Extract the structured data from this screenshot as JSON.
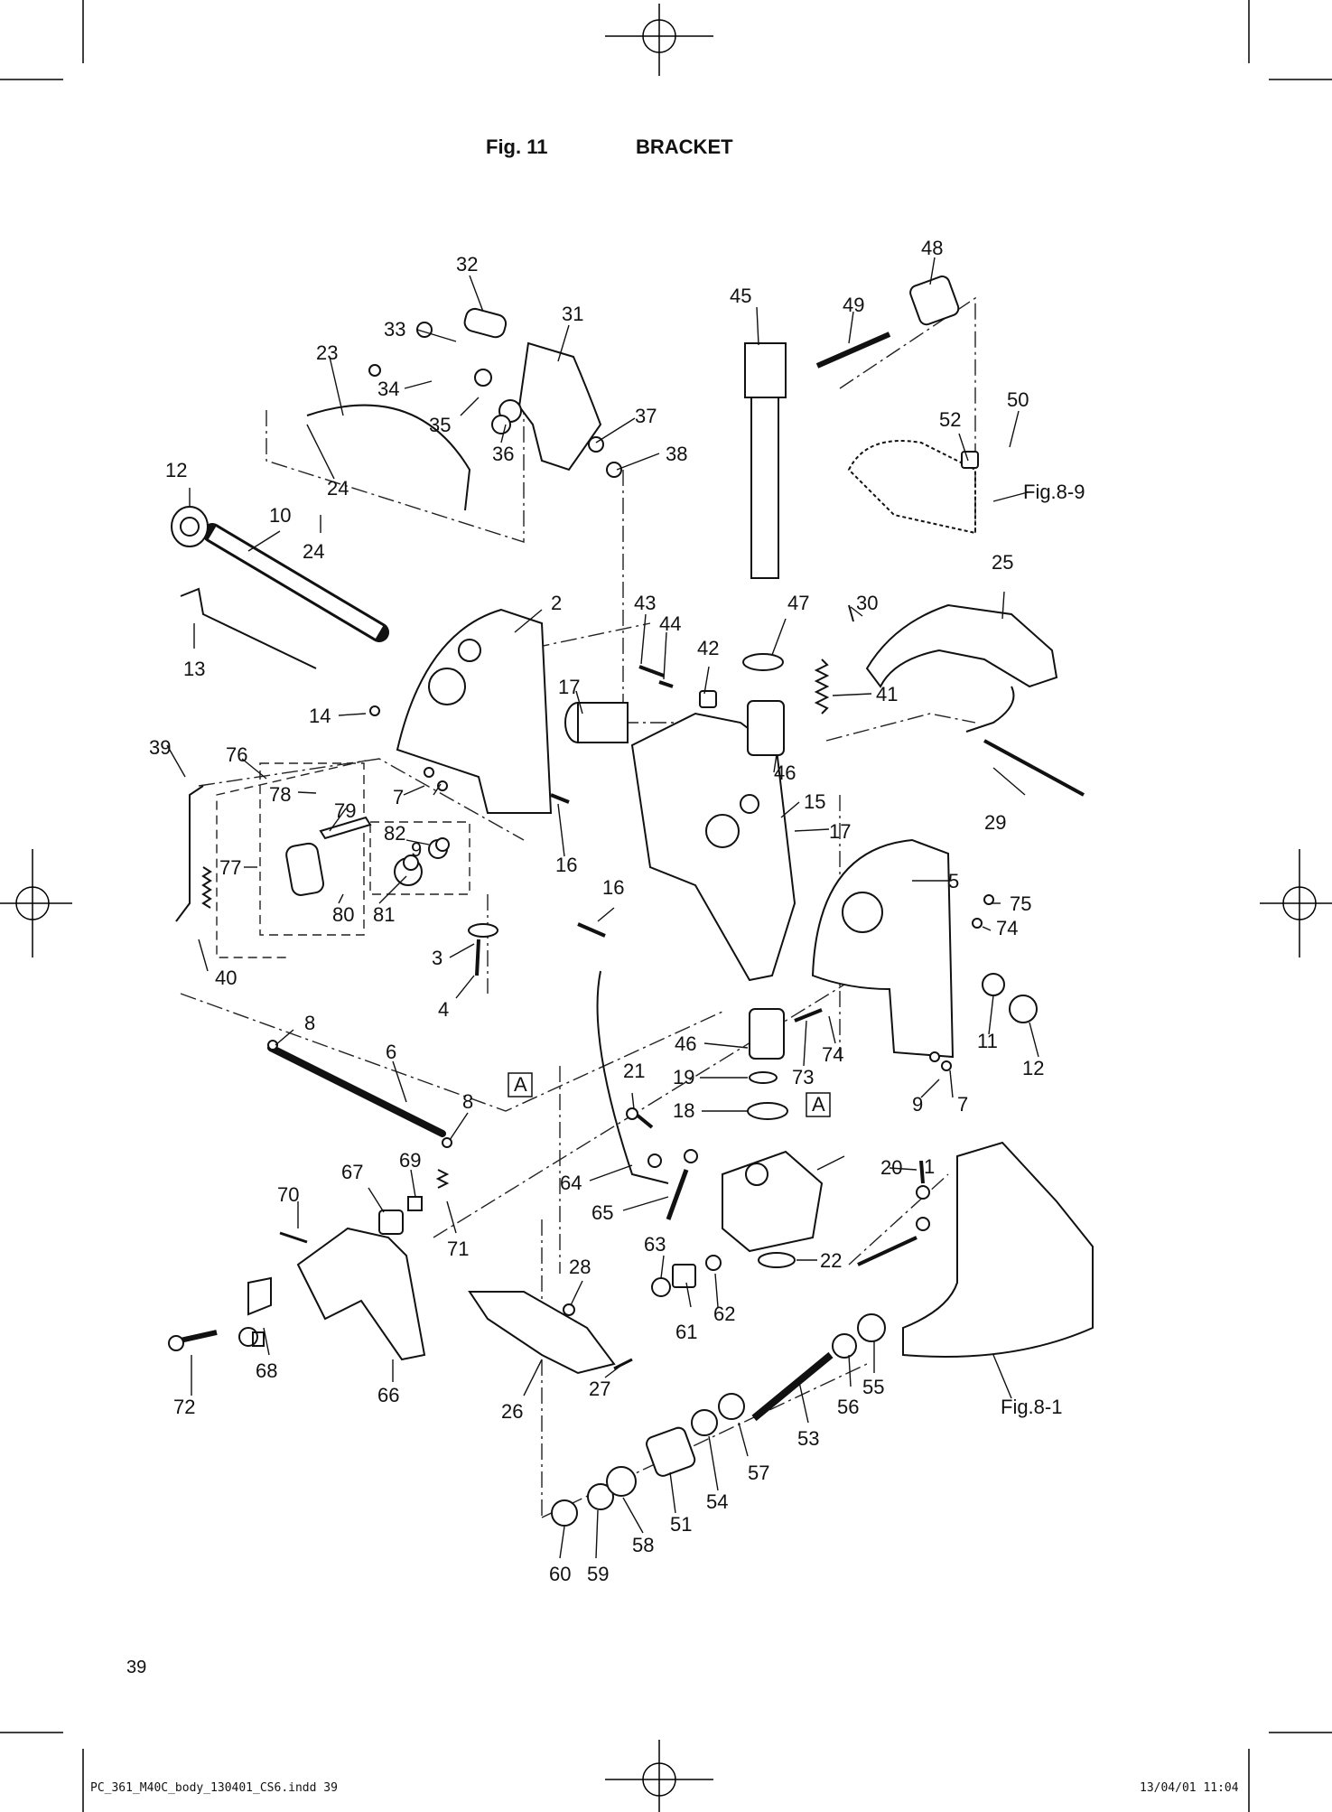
{
  "header": {
    "fig_label": "Fig. 11",
    "title": "BRACKET"
  },
  "page_number": "39",
  "footer": {
    "file": "PC_361_M40C_body_130401_CS6.indd   39",
    "timestamp": "13/04/01   11:04"
  },
  "callouts": [
    {
      "t": "32"
    },
    {
      "t": "33"
    },
    {
      "t": "31"
    },
    {
      "t": "23"
    },
    {
      "t": "34"
    },
    {
      "t": "35"
    },
    {
      "t": "36"
    },
    {
      "t": "37"
    },
    {
      "t": "38"
    },
    {
      "t": "24"
    },
    {
      "t": "24"
    },
    {
      "t": "12"
    },
    {
      "t": "10"
    },
    {
      "t": "13"
    },
    {
      "t": "2"
    },
    {
      "t": "14"
    },
    {
      "t": "39"
    },
    {
      "t": "76"
    },
    {
      "t": "78"
    },
    {
      "t": "79"
    },
    {
      "t": "7"
    },
    {
      "t": "9"
    },
    {
      "t": "82"
    },
    {
      "t": "77"
    },
    {
      "t": "80"
    },
    {
      "t": "81"
    },
    {
      "t": "3"
    },
    {
      "t": "4"
    },
    {
      "t": "40"
    },
    {
      "t": "8"
    },
    {
      "t": "6"
    },
    {
      "t": "8"
    },
    {
      "t": "45"
    },
    {
      "t": "49"
    },
    {
      "t": "48"
    },
    {
      "t": "52"
    },
    {
      "t": "50"
    },
    {
      "t": "43"
    },
    {
      "t": "44"
    },
    {
      "t": "42"
    },
    {
      "t": "47"
    },
    {
      "t": "30"
    },
    {
      "t": "25"
    },
    {
      "t": "41"
    },
    {
      "t": "17"
    },
    {
      "t": "46"
    },
    {
      "t": "15"
    },
    {
      "t": "17"
    },
    {
      "t": "16"
    },
    {
      "t": "16"
    },
    {
      "t": "29"
    },
    {
      "t": "5"
    },
    {
      "t": "75"
    },
    {
      "t": "74"
    },
    {
      "t": "46"
    },
    {
      "t": "73"
    },
    {
      "t": "74"
    },
    {
      "t": "11"
    },
    {
      "t": "12"
    },
    {
      "t": "21"
    },
    {
      "t": "19"
    },
    {
      "t": "18"
    },
    {
      "t": "9"
    },
    {
      "t": "7"
    },
    {
      "t": "20"
    },
    {
      "t": "1"
    },
    {
      "t": "70"
    },
    {
      "t": "67"
    },
    {
      "t": "69"
    },
    {
      "t": "71"
    },
    {
      "t": "64"
    },
    {
      "t": "65"
    },
    {
      "t": "63"
    },
    {
      "t": "22"
    },
    {
      "t": "61"
    },
    {
      "t": "62"
    },
    {
      "t": "28"
    },
    {
      "t": "72"
    },
    {
      "t": "68"
    },
    {
      "t": "66"
    },
    {
      "t": "26"
    },
    {
      "t": "27"
    },
    {
      "t": "53"
    },
    {
      "t": "56"
    },
    {
      "t": "55"
    },
    {
      "t": "57"
    },
    {
      "t": "54"
    },
    {
      "t": "51"
    },
    {
      "t": "58"
    },
    {
      "t": "59"
    },
    {
      "t": "60"
    }
  ],
  "refs": [
    {
      "t": "Fig.8-9"
    },
    {
      "t": "Fig.8-1"
    }
  ],
  "view_markers": [
    {
      "t": "A"
    },
    {
      "t": "A"
    }
  ]
}
